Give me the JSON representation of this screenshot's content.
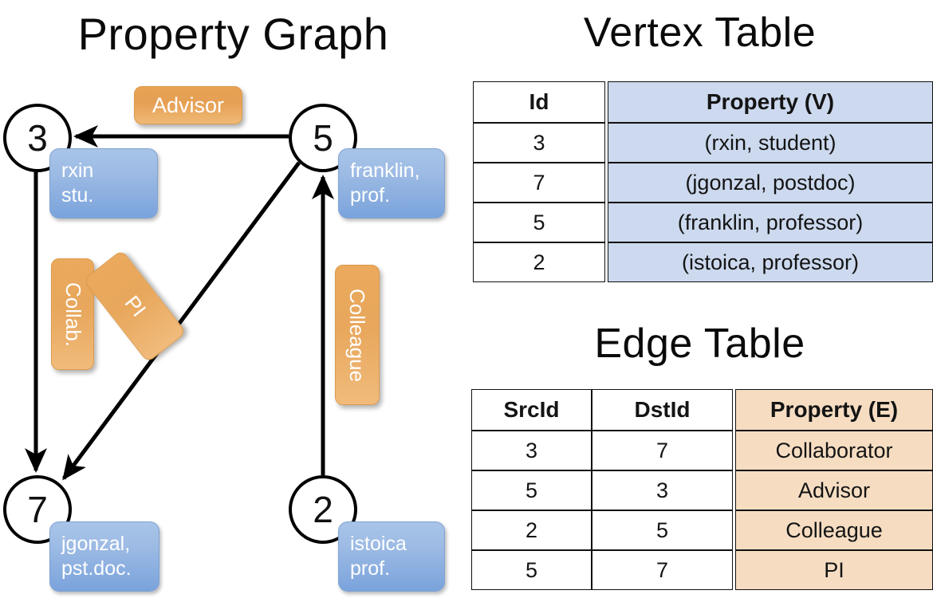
{
  "titles": {
    "property_graph": "Property Graph",
    "vertex_table": "Vertex Table",
    "edge_table": "Edge Table"
  },
  "graph": {
    "nodes": [
      {
        "id": "3",
        "label": "3",
        "property_lines": [
          "rxin",
          "stu."
        ]
      },
      {
        "id": "5",
        "label": "5",
        "property_lines": [
          "franklin,",
          "prof."
        ]
      },
      {
        "id": "7",
        "label": "7",
        "property_lines": [
          "jgonzal,",
          "pst.doc."
        ]
      },
      {
        "id": "2",
        "label": "2",
        "property_lines": [
          "istoica",
          "prof."
        ]
      }
    ],
    "edge_labels": [
      {
        "name": "advisor",
        "text": "Advisor"
      },
      {
        "name": "collab",
        "text": "Collab."
      },
      {
        "name": "pi",
        "text": "PI"
      },
      {
        "name": "colleague",
        "text": "Colleague"
      }
    ],
    "edges": [
      {
        "src": "5",
        "dst": "3",
        "label": "Advisor"
      },
      {
        "src": "3",
        "dst": "7",
        "label": "Collab."
      },
      {
        "src": "5",
        "dst": "7",
        "label": "PI"
      },
      {
        "src": "2",
        "dst": "5",
        "label": "Colleague"
      }
    ]
  },
  "vertex_table": {
    "headers": [
      "Id",
      "Property (V)"
    ],
    "rows": [
      {
        "id": "3",
        "property": "(rxin, student)"
      },
      {
        "id": "7",
        "property": "(jgonzal, postdoc)"
      },
      {
        "id": "5",
        "property": "(franklin, professor)"
      },
      {
        "id": "2",
        "property": "(istoica, professor)"
      }
    ]
  },
  "edge_table": {
    "headers": [
      "SrcId",
      "DstId",
      "Property (E)"
    ],
    "rows": [
      {
        "src": "3",
        "dst": "7",
        "property": "Collaborator"
      },
      {
        "src": "5",
        "dst": "3",
        "property": "Advisor"
      },
      {
        "src": "2",
        "dst": "5",
        "property": "Colleague"
      },
      {
        "src": "5",
        "dst": "7",
        "property": "PI"
      }
    ]
  },
  "colors": {
    "vertex_property_fill": "#ccd9ee",
    "edge_property_fill": "#f6ddc2",
    "node_property_box": "#8cb0e0",
    "edge_label_box": "#e8a455"
  }
}
